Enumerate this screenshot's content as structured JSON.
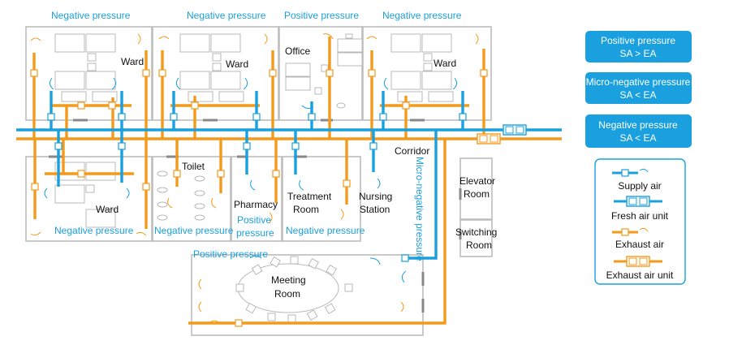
{
  "rooms": {
    "ward_labels": [
      "Ward",
      "Ward",
      "Ward",
      "Ward"
    ],
    "office": "Office",
    "toilet": "Toilet",
    "pharmacy": "Pharmacy",
    "treatment_1": "Treatment",
    "treatment_2": "Room",
    "nursing_1": "Nursing",
    "nursing_2": "Station",
    "corridor": "Corridor",
    "elevator_1": "Elevator",
    "elevator_2": "Room",
    "switching_1": "Switching",
    "switching_2": "Room",
    "meeting_1": "Meeting",
    "meeting_2": "Room"
  },
  "pressure_labels": {
    "top": [
      "Negative pressure",
      "Negative pressure",
      "Positive pressure",
      "Negative pressure"
    ],
    "bottom_ward": "Negative pressure",
    "bottom_toilet": "Negative pressure",
    "pharmacy_1": "Positive",
    "pharmacy_2": "pressure",
    "bottom_treatment": "Negative pressure",
    "meeting": "Positive pressure",
    "corridor_vertical": "Micro-negative pressure"
  },
  "legend": {
    "badges": [
      {
        "line1": "Positive pressure",
        "line2": "SA > EA"
      },
      {
        "line1": "Micro-negative pressure",
        "line2": "SA < EA"
      },
      {
        "line1": "Negative pressure",
        "line2": "SA < EA"
      }
    ],
    "keys": [
      "Supply air",
      "Fresh air unit",
      "Exhaust air",
      "Exhaust air unit"
    ]
  },
  "colors": {
    "supply": "#1aa0de",
    "exhaust": "#f39a1c",
    "wall": "#bdbdbd"
  }
}
